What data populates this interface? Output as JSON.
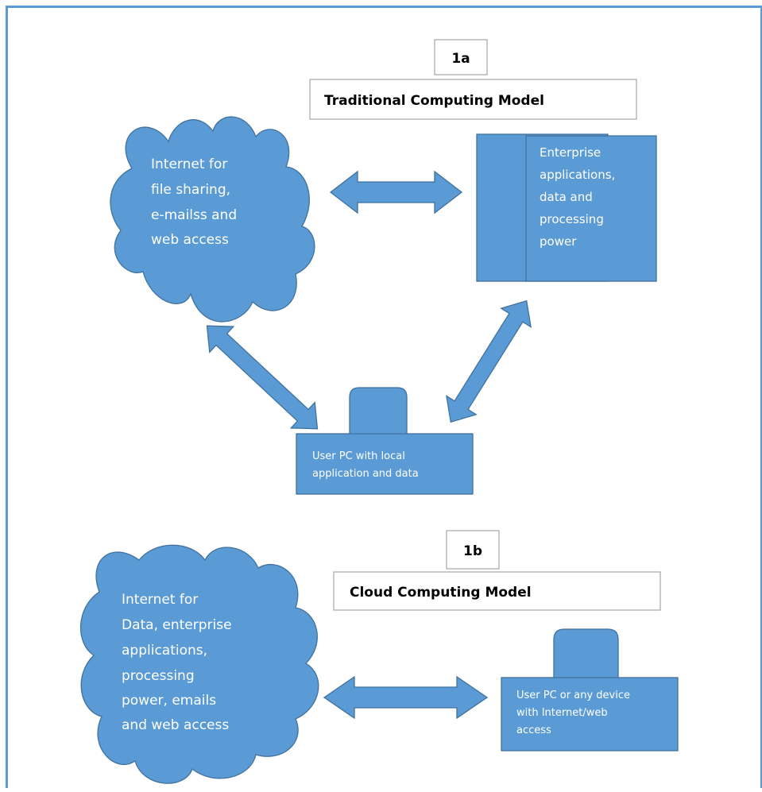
{
  "colors": {
    "shape_fill": "#5b9bd5",
    "shape_stroke": "#41719c",
    "frame_border": "#5b9bd5"
  },
  "model_1a": {
    "tag": "1a",
    "title": "Traditional Computing Model",
    "cloud_lines": [
      "Internet for",
      "file sharing,",
      "e-mailss and",
      "web access"
    ],
    "server_lines": [
      "Enterprise",
      "applications,",
      "data and",
      "processing",
      "power"
    ],
    "pc_lines": [
      "User PC with local",
      "application and data"
    ]
  },
  "model_1b": {
    "tag": "1b",
    "title": "Cloud Computing Model",
    "cloud_lines": [
      "Internet for",
      "Data, enterprise",
      "applications,",
      "processing",
      "power, emails",
      "and web access"
    ],
    "device_lines": [
      "User PC or any device",
      "with Internet/web",
      "access"
    ]
  }
}
